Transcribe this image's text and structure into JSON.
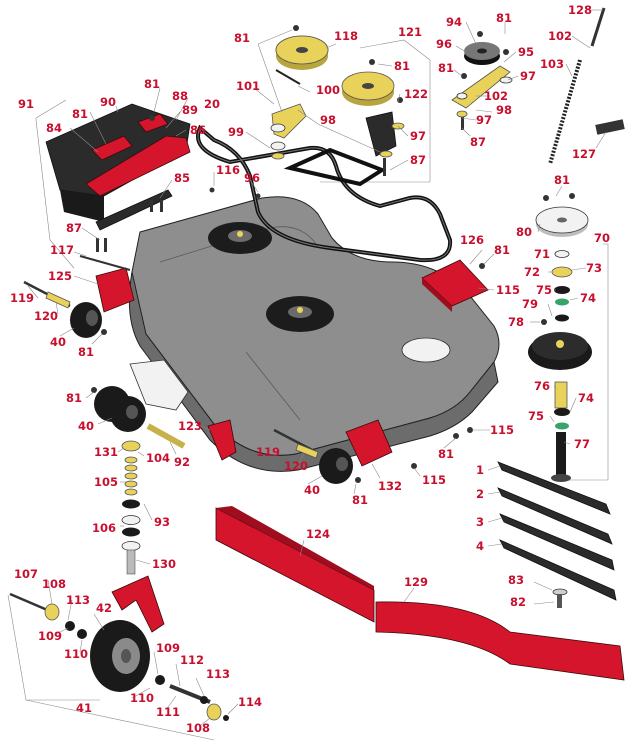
{
  "colors": {
    "callout": "#c8102e",
    "red_part": "#d4152c",
    "deck_grey": "#8e8e8e",
    "yellow_part": "#e8d25a"
  },
  "callouts": [
    {
      "id": "c-128",
      "label": "128"
    },
    {
      "id": "c-102a",
      "label": "102"
    },
    {
      "id": "c-103",
      "label": "103"
    },
    {
      "id": "c-127",
      "label": "127"
    },
    {
      "id": "c-94",
      "label": "94"
    },
    {
      "id": "c-81a",
      "label": "81"
    },
    {
      "id": "c-96a",
      "label": "96"
    },
    {
      "id": "c-95",
      "label": "95"
    },
    {
      "id": "c-81b",
      "label": "81"
    },
    {
      "id": "c-97a",
      "label": "97"
    },
    {
      "id": "c-102b",
      "label": "102"
    },
    {
      "id": "c-98a",
      "label": "98"
    },
    {
      "id": "c-97b",
      "label": "97"
    },
    {
      "id": "c-87a",
      "label": "87"
    },
    {
      "id": "c-121",
      "label": "121"
    },
    {
      "id": "c-81c",
      "label": "81"
    },
    {
      "id": "c-118",
      "label": "118"
    },
    {
      "id": "c-81d",
      "label": "81"
    },
    {
      "id": "c-101",
      "label": "101"
    },
    {
      "id": "c-100",
      "label": "100"
    },
    {
      "id": "c-122",
      "label": "122"
    },
    {
      "id": "c-98b",
      "label": "98"
    },
    {
      "id": "c-97c",
      "label": "97"
    },
    {
      "id": "c-87b",
      "label": "87"
    },
    {
      "id": "c-99",
      "label": "99"
    },
    {
      "id": "c-91",
      "label": "91"
    },
    {
      "id": "c-90",
      "label": "90"
    },
    {
      "id": "c-81e",
      "label": "81"
    },
    {
      "id": "c-88",
      "label": "88"
    },
    {
      "id": "c-20",
      "label": "20"
    },
    {
      "id": "c-84",
      "label": "84"
    },
    {
      "id": "c-81f",
      "label": "81"
    },
    {
      "id": "c-89",
      "label": "89"
    },
    {
      "id": "c-86",
      "label": "86"
    },
    {
      "id": "c-116",
      "label": "116"
    },
    {
      "id": "c-85",
      "label": "85"
    },
    {
      "id": "c-96b",
      "label": "96"
    },
    {
      "id": "c-87c",
      "label": "87"
    },
    {
      "id": "c-117",
      "label": "117"
    },
    {
      "id": "c-125",
      "label": "125"
    },
    {
      "id": "c-119a",
      "label": "119"
    },
    {
      "id": "c-120a",
      "label": "120"
    },
    {
      "id": "c-40a",
      "label": "40"
    },
    {
      "id": "c-81g",
      "label": "81"
    },
    {
      "id": "c-126",
      "label": "126"
    },
    {
      "id": "c-81h",
      "label": "81"
    },
    {
      "id": "c-115a",
      "label": "115"
    },
    {
      "id": "c-81i",
      "label": "81"
    },
    {
      "id": "c-80",
      "label": "80"
    },
    {
      "id": "c-70",
      "label": "70"
    },
    {
      "id": "c-71",
      "label": "71"
    },
    {
      "id": "c-72",
      "label": "72"
    },
    {
      "id": "c-73",
      "label": "73"
    },
    {
      "id": "c-75a",
      "label": "75"
    },
    {
      "id": "c-74a",
      "label": "74"
    },
    {
      "id": "c-79",
      "label": "79"
    },
    {
      "id": "c-78",
      "label": "78"
    },
    {
      "id": "c-76",
      "label": "76"
    },
    {
      "id": "c-74b",
      "label": "74"
    },
    {
      "id": "c-75b",
      "label": "75"
    },
    {
      "id": "c-77",
      "label": "77"
    },
    {
      "id": "c-81j",
      "label": "81"
    },
    {
      "id": "c-40b",
      "label": "40"
    },
    {
      "id": "c-92",
      "label": "92"
    },
    {
      "id": "c-123",
      "label": "123"
    },
    {
      "id": "c-131",
      "label": "131"
    },
    {
      "id": "c-104",
      "label": "104"
    },
    {
      "id": "c-105",
      "label": "105"
    },
    {
      "id": "c-93",
      "label": "93"
    },
    {
      "id": "c-106",
      "label": "106"
    },
    {
      "id": "c-119b",
      "label": "119"
    },
    {
      "id": "c-120b",
      "label": "120"
    },
    {
      "id": "c-40c",
      "label": "40"
    },
    {
      "id": "c-81k",
      "label": "81"
    },
    {
      "id": "c-132",
      "label": "132"
    },
    {
      "id": "c-115b",
      "label": "115"
    },
    {
      "id": "c-115c",
      "label": "115"
    },
    {
      "id": "c-81l",
      "label": "81"
    },
    {
      "id": "c-1",
      "label": "1"
    },
    {
      "id": "c-2",
      "label": "2"
    },
    {
      "id": "c-3",
      "label": "3"
    },
    {
      "id": "c-4",
      "label": "4"
    },
    {
      "id": "c-124",
      "label": "124"
    },
    {
      "id": "c-130",
      "label": "130"
    },
    {
      "id": "c-107",
      "label": "107"
    },
    {
      "id": "c-108a",
      "label": "108"
    },
    {
      "id": "c-113a",
      "label": "113"
    },
    {
      "id": "c-42",
      "label": "42"
    },
    {
      "id": "c-109a",
      "label": "109"
    },
    {
      "id": "c-110a",
      "label": "110"
    },
    {
      "id": "c-129",
      "label": "129"
    },
    {
      "id": "c-83",
      "label": "83"
    },
    {
      "id": "c-82",
      "label": "82"
    },
    {
      "id": "c-109b",
      "label": "109"
    },
    {
      "id": "c-112",
      "label": "112"
    },
    {
      "id": "c-113b",
      "label": "113"
    },
    {
      "id": "c-110b",
      "label": "110"
    },
    {
      "id": "c-111",
      "label": "111"
    },
    {
      "id": "c-114",
      "label": "114"
    },
    {
      "id": "c-108b",
      "label": "108"
    },
    {
      "id": "c-41",
      "label": "41"
    }
  ]
}
